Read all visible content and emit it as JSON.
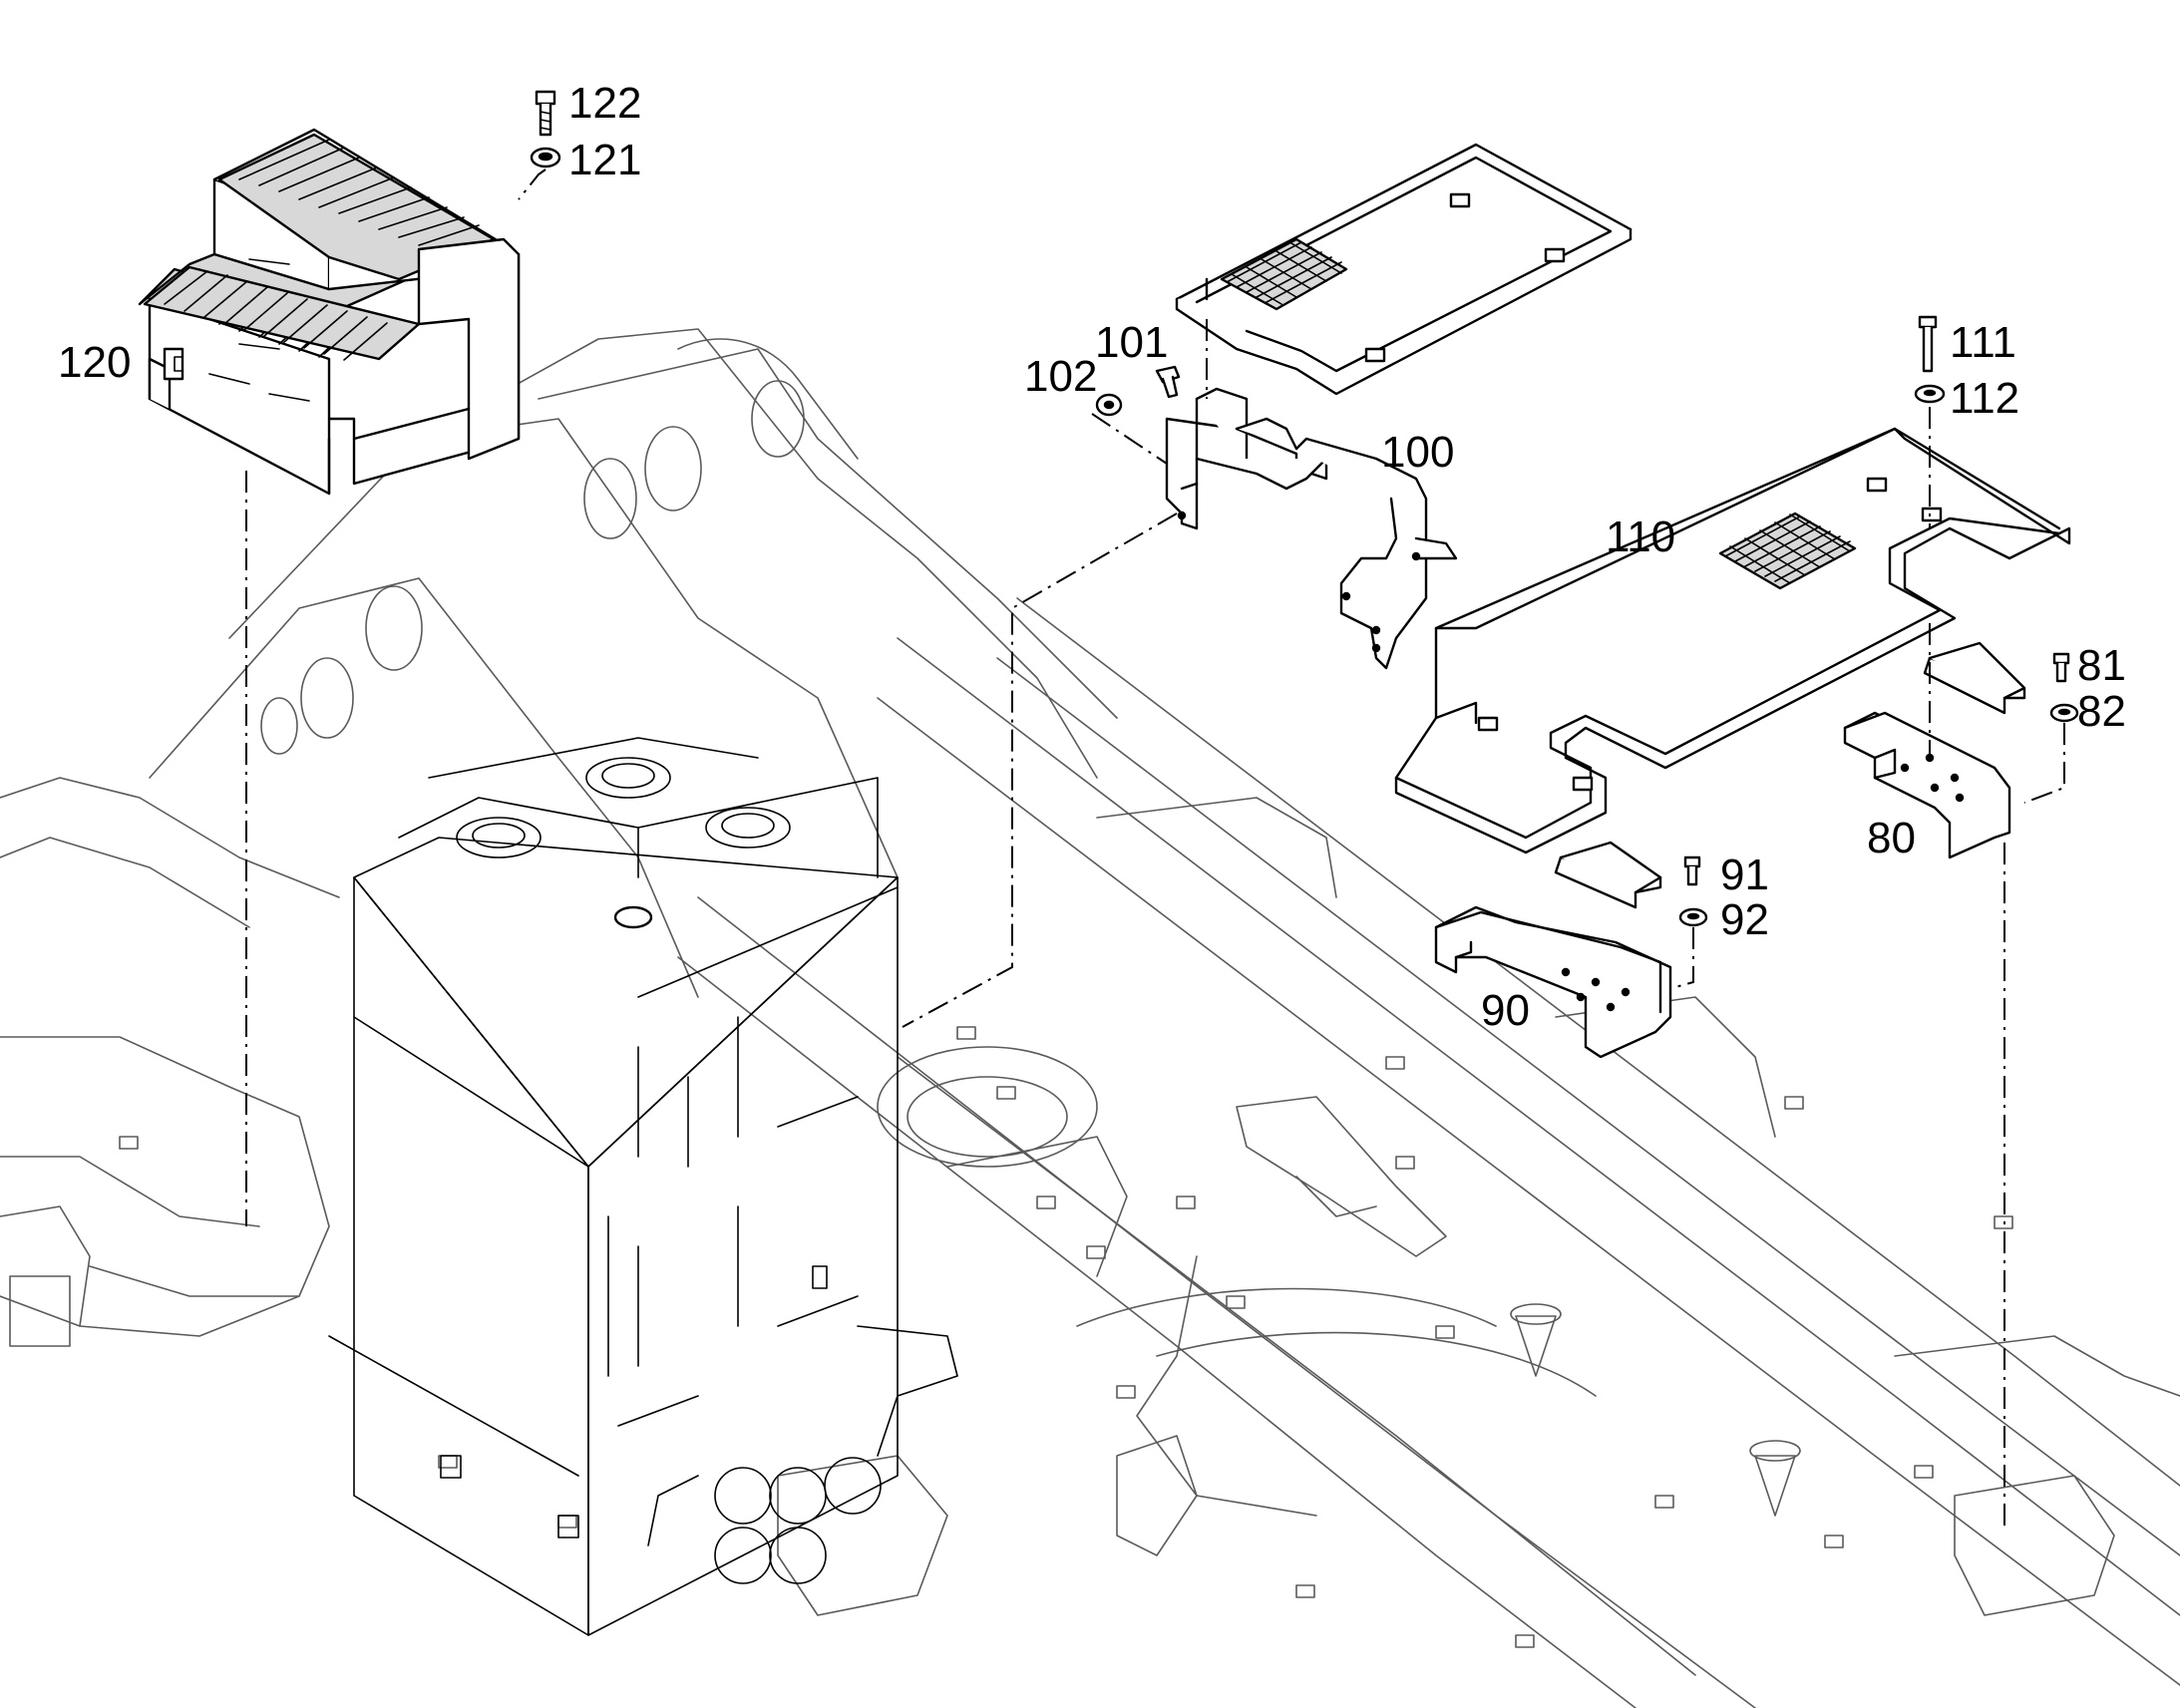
{
  "diagram": {
    "callouts": {
      "c120": "120",
      "c121": "121",
      "c122": "122",
      "c100": "100",
      "c101": "101",
      "c102": "102",
      "c110": "110",
      "c111": "111",
      "c112": "112",
      "c80": "80",
      "c81": "81",
      "c82": "82",
      "c90": "90",
      "c91": "91",
      "c92": "92"
    }
  }
}
